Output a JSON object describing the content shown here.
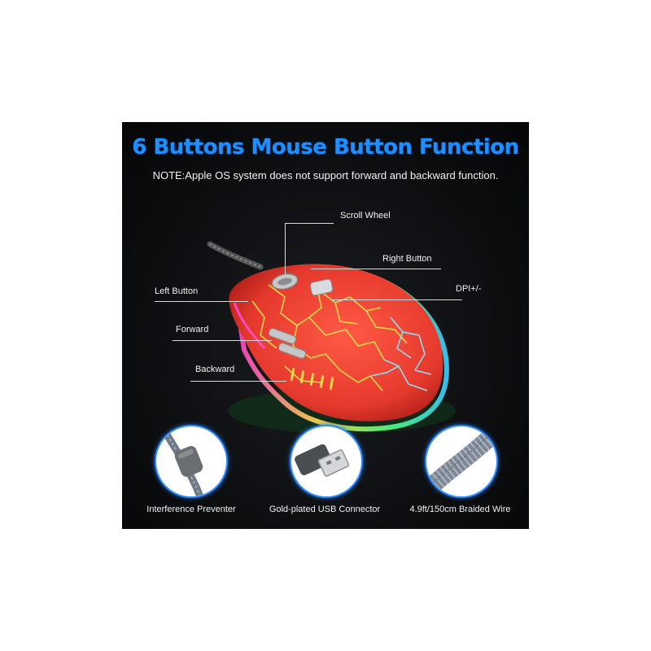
{
  "header": {
    "title": "6 Buttons Mouse Button Function",
    "note": "NOTE:Apple OS system does not support forward and backward function."
  },
  "callouts": {
    "scroll_wheel": "Scroll Wheel",
    "right_button": "Right Button",
    "left_button": "Left Button",
    "dpi": "DPI+/-",
    "forward": "Forward",
    "backward": "Backward"
  },
  "features": [
    {
      "caption": "Interference Preventer",
      "icon": "braided-cable-ferrite-icon"
    },
    {
      "caption": "Gold-plated USB Connector",
      "icon": "usb-connector-icon"
    },
    {
      "caption": "4.9ft/150cm Braided Wire",
      "icon": "braided-wire-icon"
    }
  ],
  "colors": {
    "title_blue": "#1e8fff",
    "mouse_red": "#e5392d",
    "crack_yellow": "#f6e64a",
    "crack_cyan": "#8fe6ff",
    "circle_border": "#2d8cff",
    "background": "#0b0c0e"
  }
}
